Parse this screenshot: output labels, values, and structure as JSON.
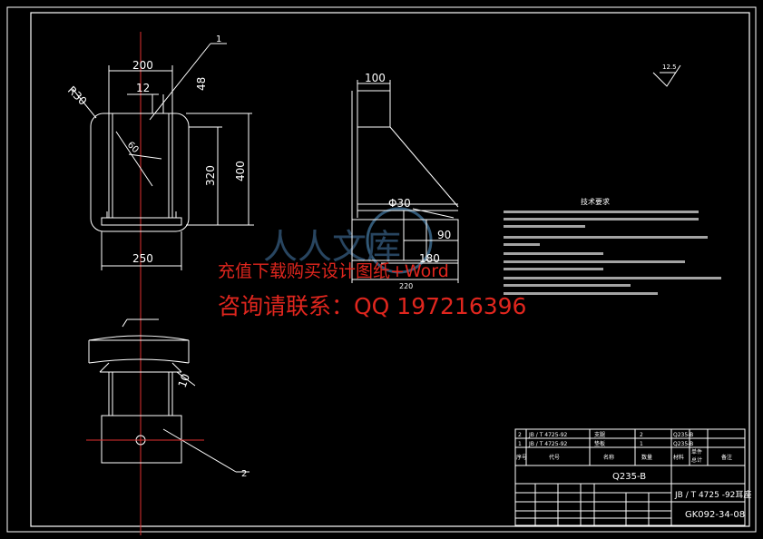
{
  "watermark": {
    "line1": "充值下载购买设计图纸+Word",
    "line2": "咨询请联系：QQ 197216396",
    "logo_text": "人人文库"
  },
  "front_view": {
    "dims": {
      "top_width": "200",
      "offset": "12",
      "height_small": "48",
      "corner_radius": "R30",
      "angle": "60",
      "height_inner": "320",
      "height_outer": "400",
      "bottom_width": "250"
    },
    "callout_1": "1"
  },
  "side_view": {
    "dims": {
      "top_width": "100",
      "diameter": "Φ30",
      "width_90": "90",
      "width_180": "180",
      "width_220": "220"
    }
  },
  "bottom_view": {
    "dims": {
      "thickness": "10"
    },
    "callout_2": "2"
  },
  "roughness": "12.5",
  "tech_requirements": {
    "title": "技术要求"
  },
  "title_block": {
    "material": "Q235-B",
    "standard_name": "JB / T 4725 -92耳座",
    "drawing_no": "GK092-34-08",
    "header_cells": [
      "序号",
      "代号",
      "名称",
      "数量",
      "材料",
      "单件",
      "总计",
      "备注"
    ],
    "row1": [
      "2",
      "JB / T 4725-92",
      "支腿",
      "2",
      "Q235-B"
    ],
    "row2": [
      "1",
      "JB / T 4725-92",
      "垫板",
      "1",
      "Q235-B"
    ]
  }
}
